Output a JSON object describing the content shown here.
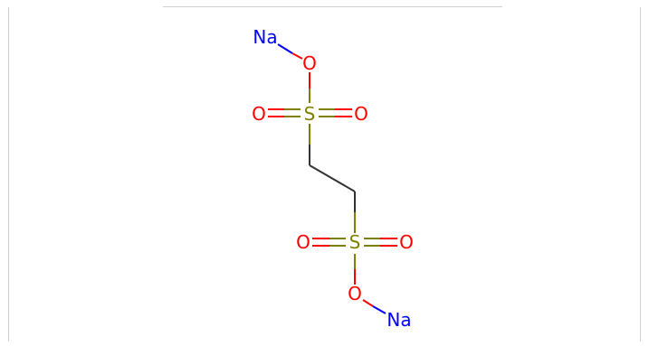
{
  "molecule": {
    "colors": {
      "background": "#ffffff",
      "border": "#cfcfcf",
      "carbon_bond": "#000000",
      "sulfur": "#808000",
      "oxygen": "#ff0000",
      "sodium": "#0000ff"
    },
    "atoms": {
      "na_top": "Na",
      "o_top_bridge": "O",
      "s_top": "S",
      "o_top_left": "O",
      "o_top_right": "O",
      "s_bottom": "S",
      "o_bottom_left": "O",
      "o_bottom_right": "O",
      "o_bottom_bridge": "O",
      "na_bottom": "Na"
    }
  }
}
